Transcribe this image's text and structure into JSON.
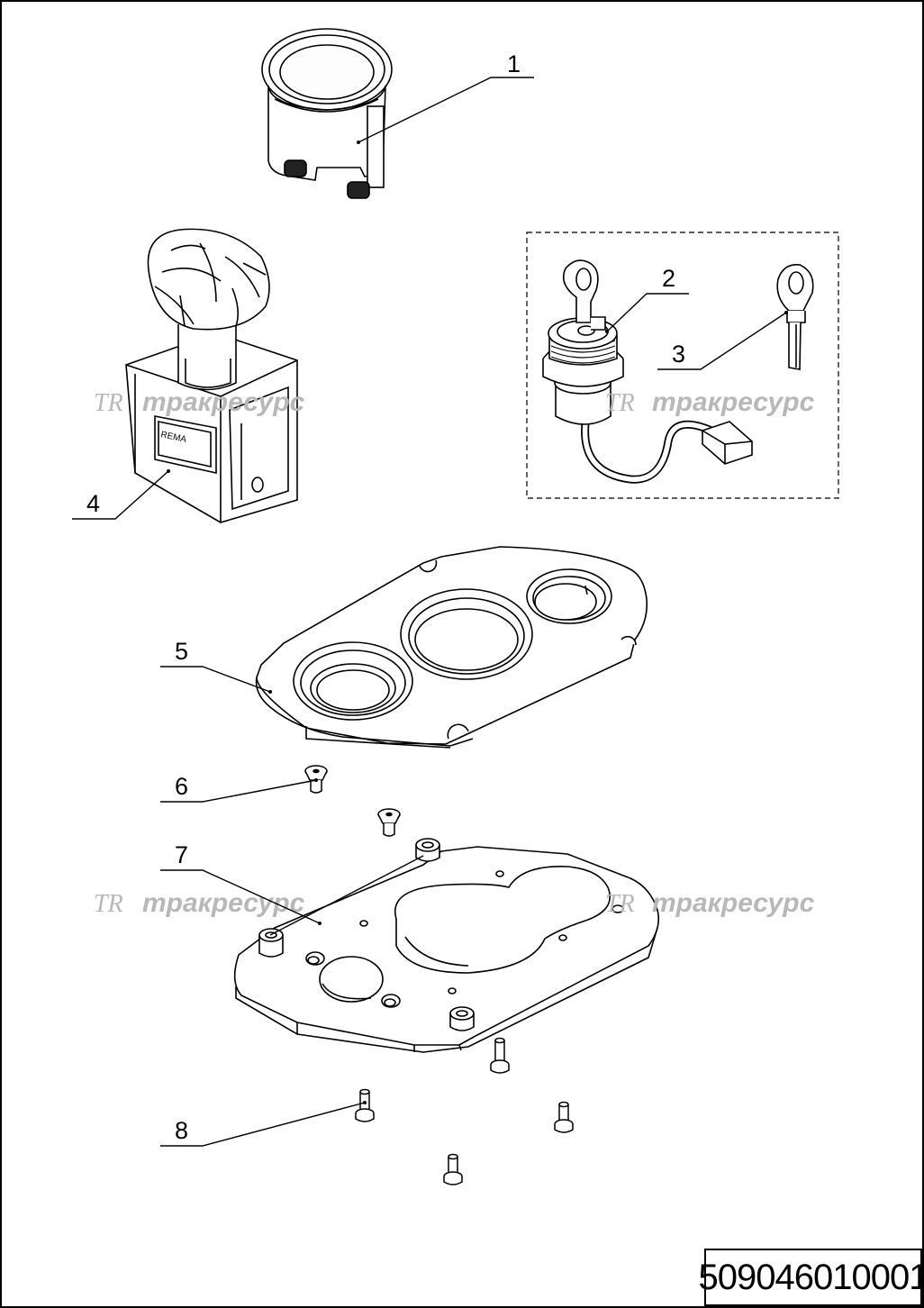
{
  "callouts": [
    {
      "id": 1,
      "label": "1"
    },
    {
      "id": 2,
      "label": "2"
    },
    {
      "id": 3,
      "label": "3"
    },
    {
      "id": 4,
      "label": "4"
    },
    {
      "id": 5,
      "label": "5"
    },
    {
      "id": 6,
      "label": "6"
    },
    {
      "id": 7,
      "label": "7"
    },
    {
      "id": 8,
      "label": "8"
    }
  ],
  "watermark": {
    "logo": "TR",
    "text": "тракресурс"
  },
  "part_marking": "REMA",
  "document_number": "509046010001"
}
